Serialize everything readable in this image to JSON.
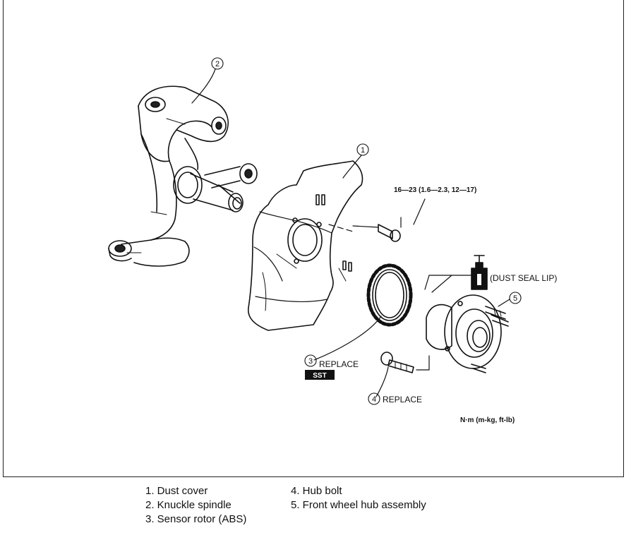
{
  "callouts": {
    "c1": "1",
    "c2": "2",
    "c3": "3",
    "c4": "4",
    "c5": "5"
  },
  "labels": {
    "torque_bolt": "16—23 (1.6—2.3, 12—17)",
    "dust_seal": "(DUST SEAL LIP)",
    "replace_3": "REPLACE",
    "sst": "SST",
    "replace_4": "REPLACE",
    "units": "N·m (m-kg, ft-lb)"
  },
  "legend": {
    "left": [
      "1. Dust cover",
      "2. Knuckle spindle",
      "3. Sensor rotor (ABS)"
    ],
    "right": [
      "4. Hub bolt",
      "5. Front wheel hub assembly"
    ]
  }
}
